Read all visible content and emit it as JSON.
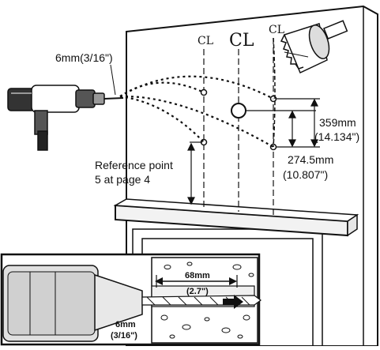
{
  "drill_size_label": "6mm(3/16\")",
  "centerline_symbol": "CL",
  "dimensions": {
    "upper_mm": "359mm",
    "upper_in": "(14.134\")",
    "lower_mm": "274.5mm",
    "lower_in": "(10.807\")"
  },
  "reference": {
    "line1": "Reference point",
    "line2": "5 at page 4"
  },
  "inset": {
    "depth_mm": "68mm",
    "depth_in": "(2.7\")",
    "bit_mm": "6mm",
    "bit_in": "(3/16\")"
  },
  "colors": {
    "line": "#111111",
    "wall": "#ffffff",
    "shade": "#d9d9d9"
  }
}
